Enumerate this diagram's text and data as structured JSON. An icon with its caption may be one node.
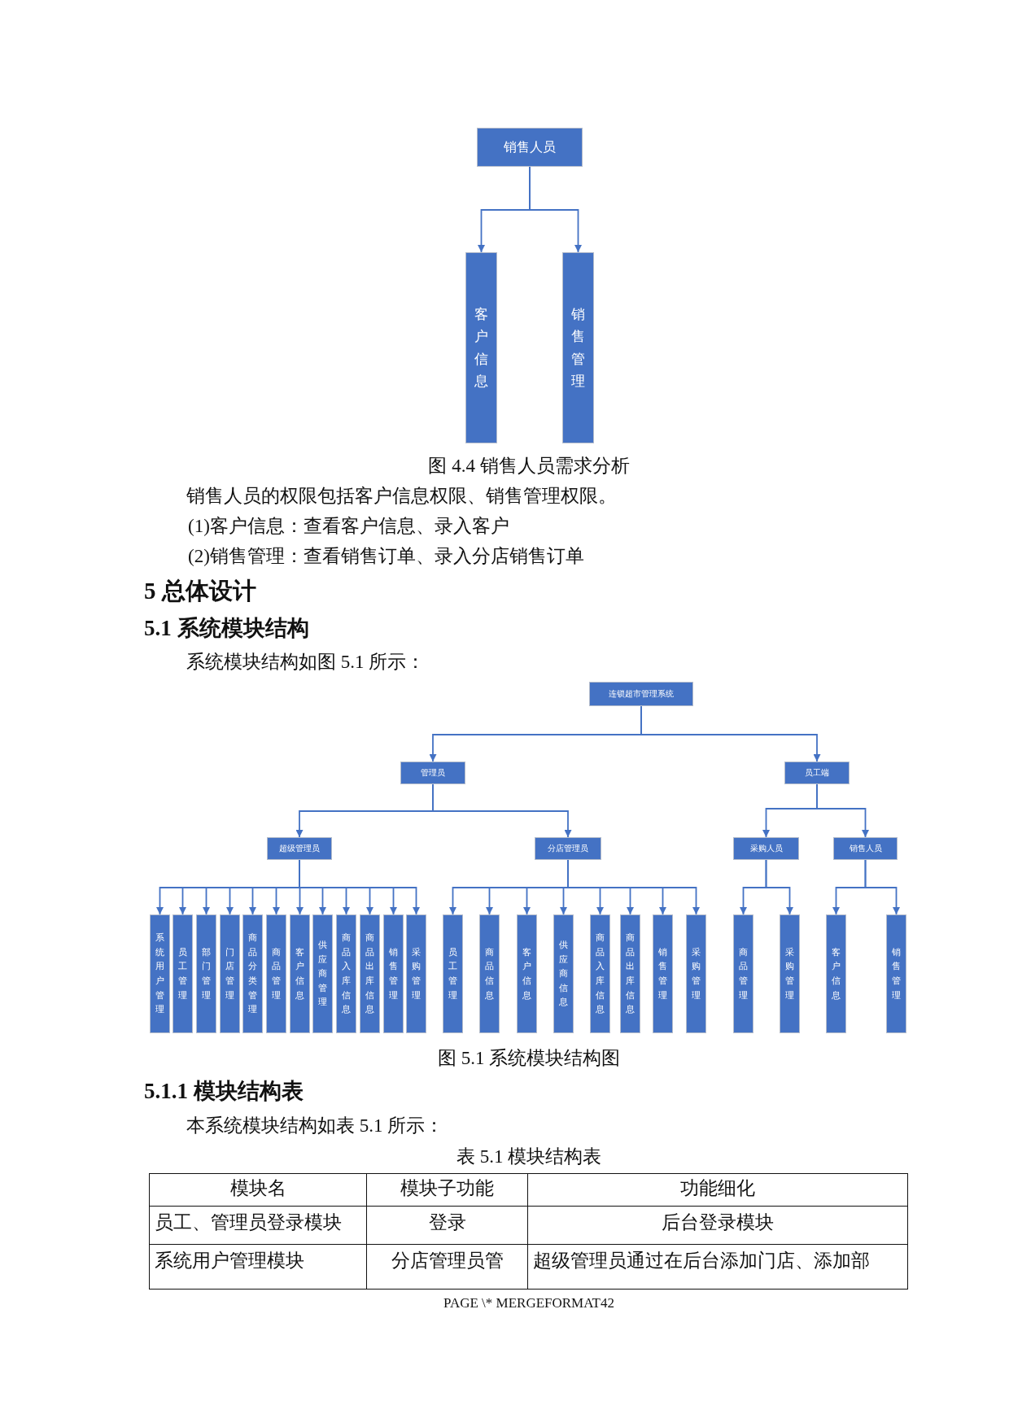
{
  "diagram": {
    "nodes": [
      {
        "text": [
          "销售人员"
        ]
      },
      {
        "text": [
          "客户信息"
        ]
      },
      {
        "text": [
          "销售管理"
        ]
      },
      {
        "text": [
          "连锁超市管理系统"
        ]
      },
      {
        "text": [
          "管理员"
        ]
      },
      {
        "text": [
          "员工端"
        ]
      },
      {
        "text": [
          "超级管理员"
        ]
      },
      {
        "text": [
          "分店管理员"
        ]
      },
      {
        "text": [
          "采购人员"
        ]
      },
      {
        "text": [
          "销售人员"
        ]
      },
      {
        "text": [
          "系统用户管理"
        ]
      },
      {
        "text": [
          "员工管理"
        ]
      },
      {
        "text": [
          "部门管理"
        ]
      },
      {
        "text": [
          "门店管理"
        ]
      },
      {
        "text": [
          "商品分类管理"
        ]
      },
      {
        "text": [
          "商品管理"
        ]
      },
      {
        "text": [
          "客户信息"
        ]
      },
      {
        "text": [
          "供应商管理"
        ]
      },
      {
        "text": [
          "商品入库信息"
        ]
      },
      {
        "text": [
          "商品出库信息"
        ]
      },
      {
        "text": [
          "销售管理"
        ]
      },
      {
        "text": [
          "采购管理"
        ]
      },
      {
        "text": [
          "员工管理"
        ]
      },
      {
        "text": [
          "商品信息"
        ]
      },
      {
        "text": [
          "客户信息"
        ]
      },
      {
        "text": [
          "供应商信息"
        ]
      },
      {
        "text": [
          "商品入库信息"
        ]
      },
      {
        "text": [
          "商品出库信息"
        ]
      },
      {
        "text": [
          "销售管理"
        ]
      },
      {
        "text": [
          "采购管理"
        ]
      },
      {
        "text": [
          "商品管理"
        ]
      },
      {
        "text": [
          "采购管理"
        ]
      },
      {
        "text": [
          "客户信息"
        ]
      },
      {
        "text": [
          "销售管理"
        ]
      }
    ],
    "edges": [
      {
        "from": 0,
        "to": 1,
        "arrow": "to"
      },
      {
        "from": 0,
        "to": 2,
        "arrow": "to"
      },
      {
        "from": 3,
        "to": 4,
        "arrow": "to"
      },
      {
        "from": 3,
        "to": 5,
        "arrow": "to"
      },
      {
        "from": 4,
        "to": 6,
        "arrow": "to"
      },
      {
        "from": 4,
        "to": 7,
        "arrow": "to"
      },
      {
        "from": 5,
        "to": 8,
        "arrow": "to"
      },
      {
        "from": 5,
        "to": 9,
        "arrow": "to"
      },
      {
        "from": 6,
        "to": 10,
        "arrow": "to"
      },
      {
        "from": 6,
        "to": 11,
        "arrow": "to"
      },
      {
        "from": 6,
        "to": 12,
        "arrow": "to"
      },
      {
        "from": 6,
        "to": 13,
        "arrow": "to"
      },
      {
        "from": 6,
        "to": 14,
        "arrow": "to"
      },
      {
        "from": 6,
        "to": 15,
        "arrow": "to"
      },
      {
        "from": 6,
        "to": 16,
        "arrow": "to"
      },
      {
        "from": 6,
        "to": 17,
        "arrow": "to"
      },
      {
        "from": 6,
        "to": 18,
        "arrow": "to"
      },
      {
        "from": 6,
        "to": 19,
        "arrow": "to"
      },
      {
        "from": 6,
        "to": 20,
        "arrow": "to"
      },
      {
        "from": 6,
        "to": 21,
        "arrow": "to"
      },
      {
        "from": 7,
        "to": 22,
        "arrow": "to"
      },
      {
        "from": 7,
        "to": 23,
        "arrow": "to"
      },
      {
        "from": 7,
        "to": 24,
        "arrow": "to"
      },
      {
        "from": 7,
        "to": 25,
        "arrow": "to"
      },
      {
        "from": 7,
        "to": 26,
        "arrow": "to"
      },
      {
        "from": 7,
        "to": 27,
        "arrow": "to"
      },
      {
        "from": 7,
        "to": 28,
        "arrow": "to"
      },
      {
        "from": 7,
        "to": 29,
        "arrow": "to"
      },
      {
        "from": 8,
        "to": 30,
        "arrow": "to"
      },
      {
        "from": 8,
        "to": 31,
        "arrow": "to"
      },
      {
        "from": 9,
        "to": 32,
        "arrow": "to"
      },
      {
        "from": 9,
        "to": 33,
        "arrow": "to"
      }
    ],
    "labels": [
      "图 4.4 销售人员需求分析",
      "销售人员的权限包括客户信息权限、销售管理权限。",
      "(1)客户信息：查看客户信息、录入客户",
      "(2)销售管理：查看销售订单、录入分店销售订单",
      "5 总体设计",
      "5.1 系统模块结构",
      "系统模块结构如图 5.1 所示：",
      "图 5.1 系统模块结构图",
      "5.1.1 模块结构表",
      "本系统模块结构如表 5.1 所示：",
      "表 5.1 模块结构表",
      "模块名",
      "模块子功能",
      "功能细化",
      "员工、管理员登录模块",
      "登录",
      "后台登录模块",
      "系统用户管理模块",
      "分店管理员管",
      "超级管理员通过在后台添加门店、添加部",
      "PAGE \\* MERGEFORMAT42"
    ]
  }
}
